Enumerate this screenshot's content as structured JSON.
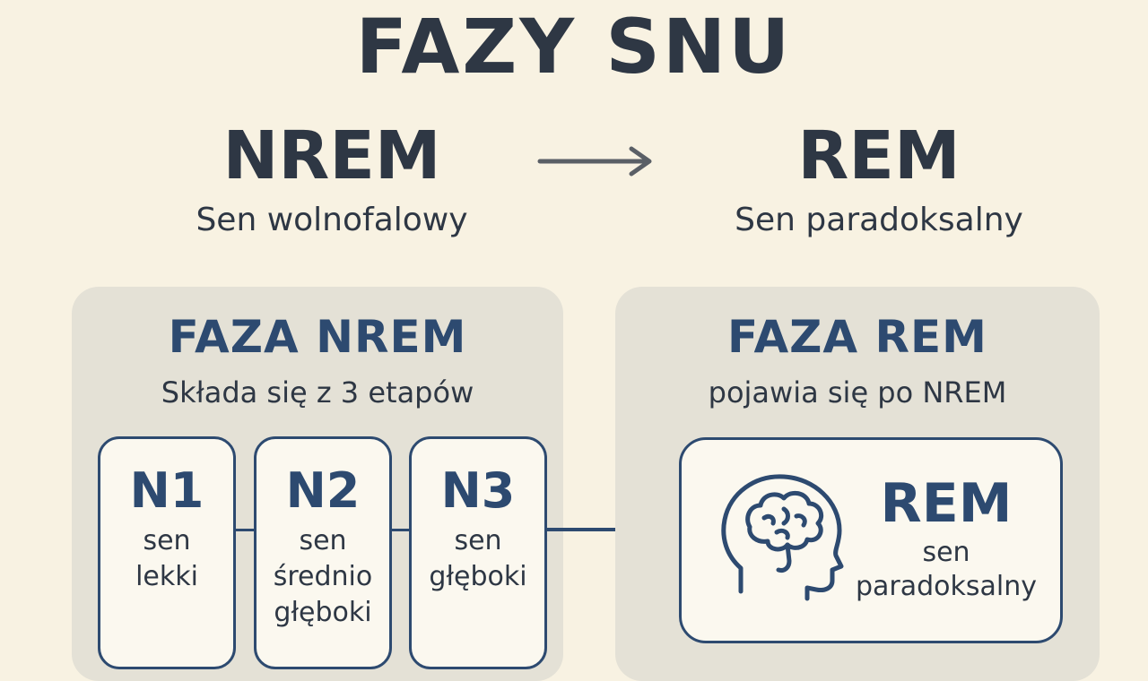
{
  "title": "FAZY SNU",
  "nrem": {
    "heading": "NREM",
    "subtitle": "Sen wolnofalowy"
  },
  "rem": {
    "heading": "REM",
    "subtitle": "Sen paradoksalny"
  },
  "nrem_panel": {
    "title": "FAZA NREM",
    "subtitle": "Składa się z 3 etapów",
    "stages": [
      {
        "code": "N1",
        "desc_lines": [
          "sen",
          "lekki"
        ]
      },
      {
        "code": "N2",
        "desc_lines": [
          "sen",
          "średnio",
          "głęboki"
        ]
      },
      {
        "code": "N3",
        "desc_lines": [
          "sen",
          "głęboki"
        ]
      }
    ]
  },
  "rem_panel": {
    "title": "FAZA REM",
    "subtitle": "pojawia się po NREM",
    "box": {
      "code": "REM",
      "desc_lines": [
        "sen",
        "paradoksalny"
      ],
      "icon": "brain-head-icon"
    }
  },
  "colors": {
    "background": "#f8f2e2",
    "panel": "#e4e1d6",
    "accent": "#2d4a70",
    "text": "#2e3744",
    "box": "#fbf8ef"
  }
}
